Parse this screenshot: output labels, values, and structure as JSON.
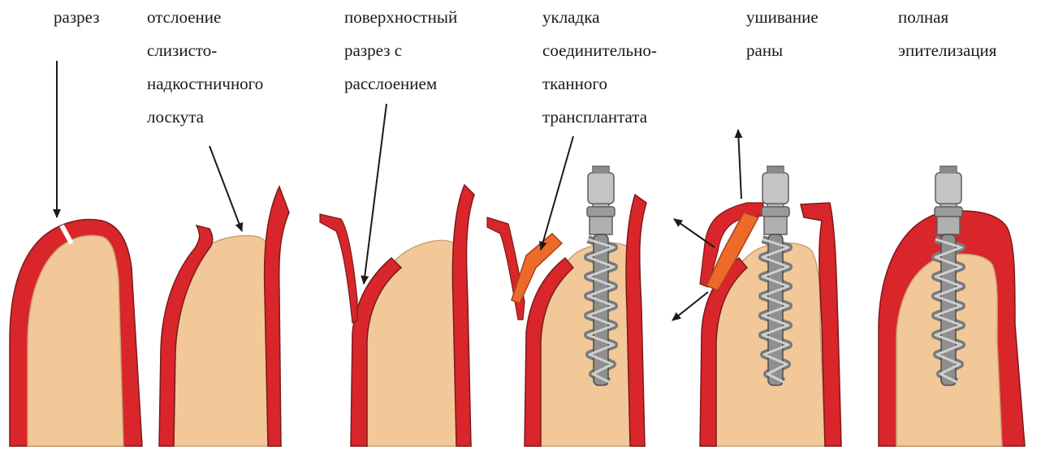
{
  "steps": [
    {
      "id": "incision",
      "lines": [
        "разрез"
      ]
    },
    {
      "id": "flap",
      "lines": [
        "отслоение",
        "слизисто-",
        "надкостничного",
        "лоскута"
      ]
    },
    {
      "id": "split",
      "lines": [
        "поверхностный",
        "разрез с",
        "расслоением"
      ]
    },
    {
      "id": "graft",
      "lines": [
        "укладка",
        "соединительно-",
        "тканного",
        "трансплантата"
      ]
    },
    {
      "id": "suture",
      "lines": [
        "ушивание",
        "раны"
      ]
    },
    {
      "id": "healing",
      "lines": [
        "полная",
        "эпителизация"
      ]
    }
  ],
  "colors": {
    "bone": "#f2c898",
    "bone_stroke": "#c9a176",
    "mucosa": "#d8262b",
    "mucosa_stroke": "#7a1a1a",
    "graft": "#ee6a2a",
    "implant": "#a9a9a9",
    "implant_dark": "#5f5f5f",
    "arrow": "#1a1a1a"
  }
}
